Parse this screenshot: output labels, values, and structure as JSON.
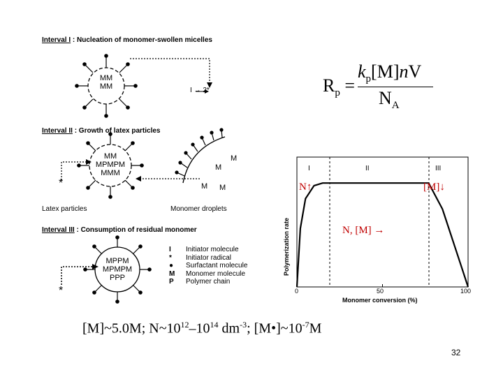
{
  "interval1": {
    "label": "Interval I",
    "desc": ": Nucleation of monomer-swollen micelles",
    "core": [
      "MM",
      "MM"
    ],
    "arrow_text": "I → 2*"
  },
  "interval2": {
    "label": "Interval II",
    "desc": ": Growth of latex particles",
    "core": [
      "MM",
      "MPMPM",
      "MMM"
    ],
    "latex_caption": "Latex particles",
    "droplet_caption": "Monomer droplets",
    "droplet_m": [
      "M",
      "M",
      "M",
      "M"
    ],
    "star": "*"
  },
  "interval3": {
    "label": "Interval III",
    "desc": ": Consumption of residual monomer",
    "core": [
      "MPPM",
      "MPMPM",
      "PPP"
    ],
    "star": "*"
  },
  "legend": [
    {
      "symbol": "I",
      "text": "Initiator molecule"
    },
    {
      "symbol": "*",
      "text": "Initiator radical"
    },
    {
      "symbol": "●",
      "text": "Surfactant molecule"
    },
    {
      "symbol": "M",
      "text": "Monomer molecule"
    },
    {
      "symbol": "P",
      "text": "Polymer chain"
    }
  ],
  "formula": {
    "lhs": "R",
    "lhs_sub": "p",
    "equals": "=",
    "k": "k",
    "k_sub": "p",
    "bracket": "[M]",
    "n": "n",
    "v": "V",
    "den": "N",
    "den_sub": "A"
  },
  "chart_data": {
    "type": "line",
    "xlabel": "Monomer conversion (%)",
    "ylabel": "Polymerization rate",
    "x_ticks": [
      "0",
      "50",
      "100"
    ],
    "xlim": [
      0,
      100
    ],
    "regions": [
      "I",
      "II",
      "III"
    ],
    "region_bounds": [
      20,
      77
    ],
    "x": [
      0,
      2,
      5,
      10,
      15,
      20,
      77,
      85,
      95,
      100
    ],
    "values": [
      0,
      45,
      68,
      78,
      80,
      80,
      80,
      60,
      20,
      0
    ]
  },
  "annotations": {
    "n_up": "N↑",
    "m_down": "[M]↓",
    "n_m_const": "N, [M] →"
  },
  "bottom_text": {
    "part1": "[M]~5.0M; N~10",
    "exp1": "12",
    "mid": "–10",
    "exp2": "14",
    "part2": " dm",
    "exp3": "-3",
    "part3": "; [M•]~10",
    "exp4": "-7",
    "part4": "M"
  },
  "page_number": "32"
}
